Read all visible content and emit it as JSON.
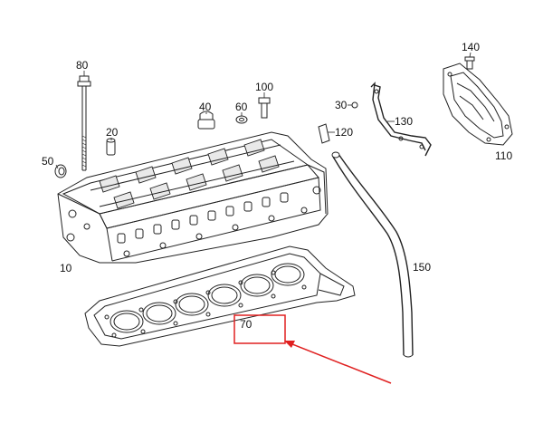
{
  "parts": [
    {
      "id": "p80",
      "label": "80"
    },
    {
      "id": "p20",
      "label": "20"
    },
    {
      "id": "p50",
      "label": "50"
    },
    {
      "id": "p40",
      "label": "40"
    },
    {
      "id": "p60",
      "label": "60"
    },
    {
      "id": "p100",
      "label": "100"
    },
    {
      "id": "p30",
      "label": "30"
    },
    {
      "id": "p120",
      "label": "120"
    },
    {
      "id": "p130",
      "label": "130"
    },
    {
      "id": "p140",
      "label": "140"
    },
    {
      "id": "p110",
      "label": "110"
    },
    {
      "id": "p10",
      "label": "10"
    },
    {
      "id": "p150",
      "label": "150"
    },
    {
      "id": "p70",
      "label": "70"
    }
  ],
  "highlight": {
    "part": "70",
    "color": "#e02020"
  },
  "colors": {
    "line": "#222222",
    "highlight": "#e02020"
  }
}
